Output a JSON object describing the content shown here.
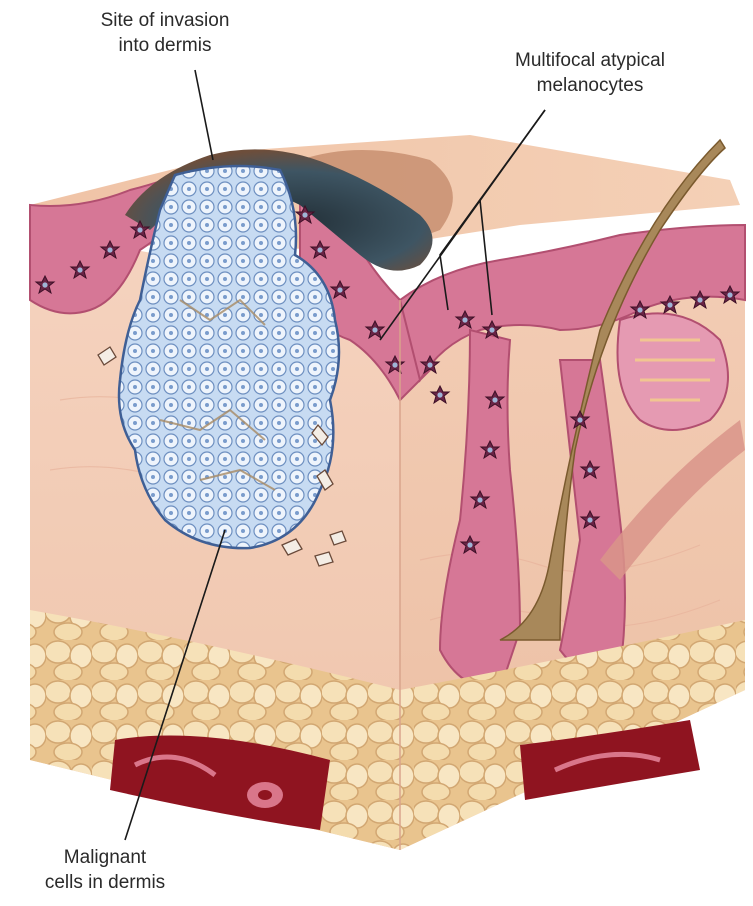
{
  "labels": {
    "invasion": {
      "line1": "Site of invasion",
      "line2": "into dermis"
    },
    "melanocytes": {
      "line1": "Multifocal atypical",
      "line2": "melanocytes"
    },
    "malignant": {
      "line1": "Malignant",
      "line2": "cells in dermis"
    }
  },
  "colors": {
    "epidermis_pink": "#cf6a86",
    "dermis_peach": "#f3cdb8",
    "fat_yellow": "#f2d6a6",
    "vessel_red": "#8f1420",
    "tumor_blue": "#bcd3ef",
    "lesion_dark": "#2c3a44",
    "melanocyte_purple": "#5a1f3c",
    "hair_brown": "#8a6a3a"
  }
}
